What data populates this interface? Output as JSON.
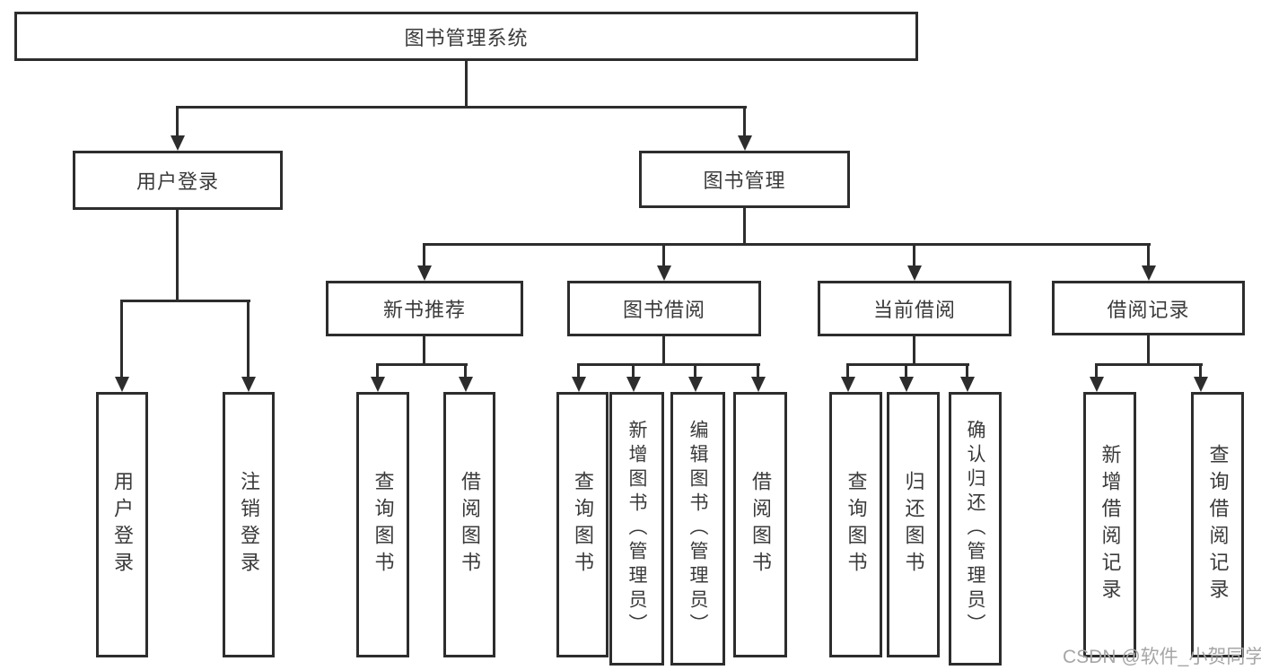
{
  "watermark": "CSDN @软件_小贺同学",
  "colors": {
    "line": "#2d2d2d",
    "text": "#3a3a3a",
    "watermark": "#a6a6a6",
    "background": "#ffffff"
  },
  "tree": {
    "root": {
      "label": "图书管理系统"
    },
    "branches": [
      {
        "label": "用户登录",
        "children": [
          {
            "label": "用户登录"
          },
          {
            "label": "注销登录"
          }
        ]
      },
      {
        "label": "图书管理",
        "children": [
          {
            "label": "新书推荐",
            "children": [
              {
                "label": "查询图书"
              },
              {
                "label": "借阅图书"
              }
            ]
          },
          {
            "label": "图书借阅",
            "children": [
              {
                "label": "查询图书"
              },
              {
                "label": "新增图书（管理员）"
              },
              {
                "label": "编辑图书（管理员）"
              },
              {
                "label": "借阅图书"
              }
            ]
          },
          {
            "label": "当前借阅",
            "children": [
              {
                "label": "查询图书"
              },
              {
                "label": "归还图书"
              },
              {
                "label": "确认归还（管理员）"
              }
            ]
          },
          {
            "label": "借阅记录",
            "children": [
              {
                "label": "新增借阅记录"
              },
              {
                "label": "查询借阅记录"
              }
            ]
          }
        ]
      }
    ]
  }
}
